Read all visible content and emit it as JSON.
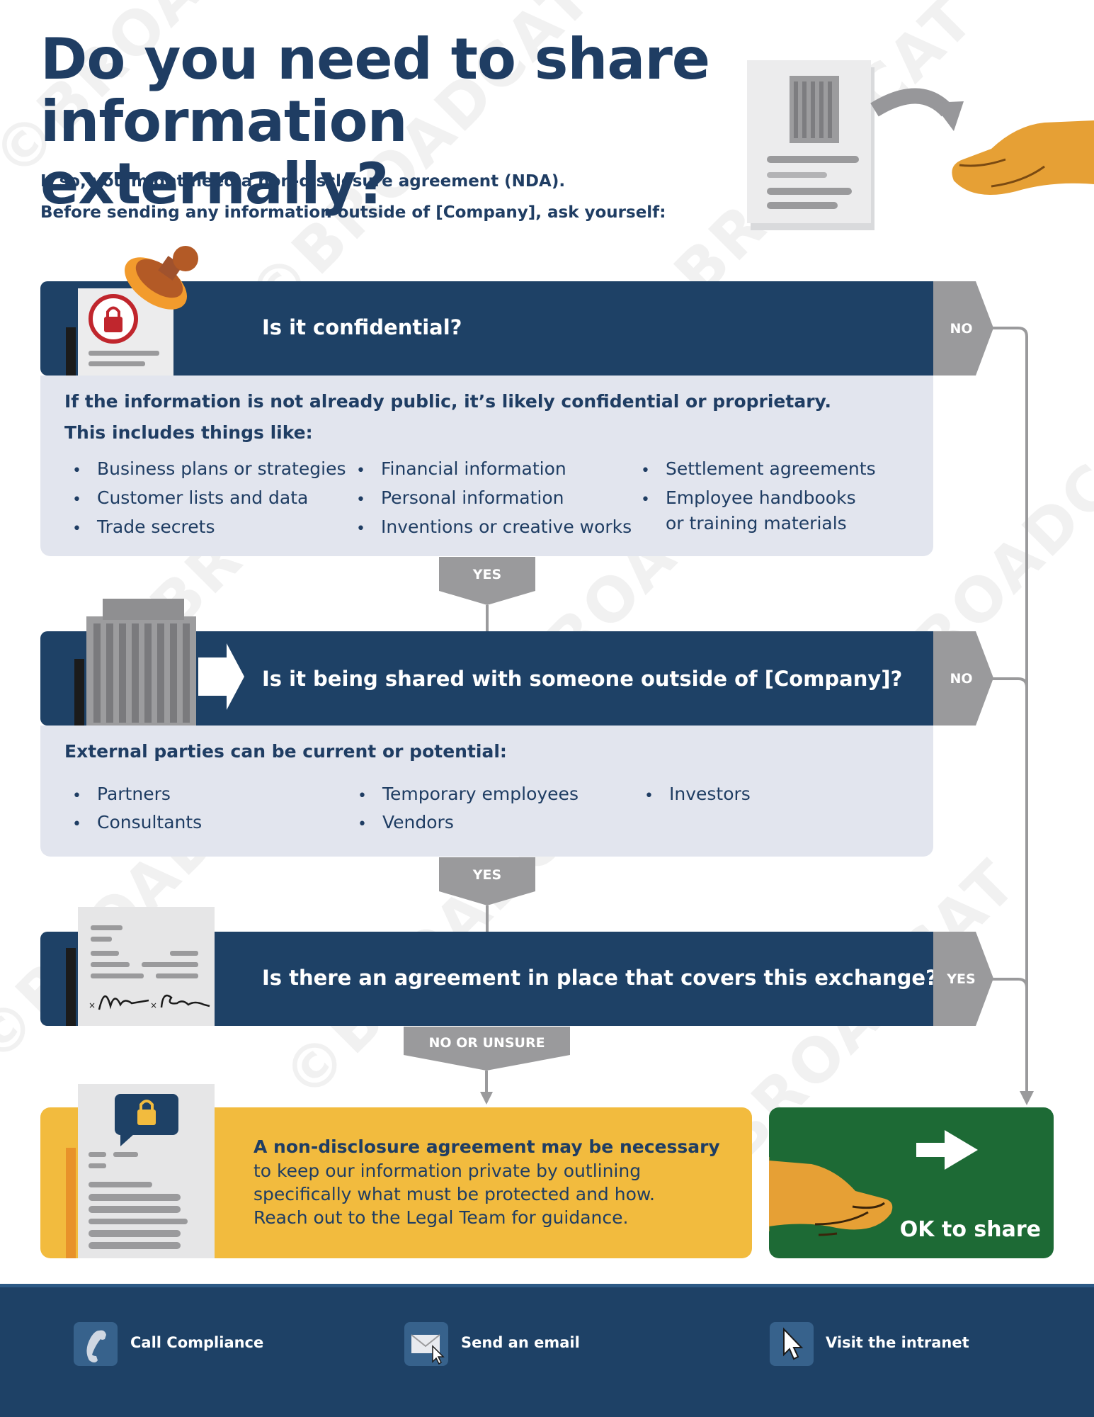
{
  "title": {
    "line1": "Do you need to share",
    "line2": "information externally?"
  },
  "intro": {
    "line1": "If so, you might need a non-disclosure agreement (NDA).",
    "line2": "Before sending any information outside of [Company], ask yourself:"
  },
  "sections": [
    {
      "question": "Is it confidential?",
      "side_label": "NO",
      "intro_line1": "If the information is not already public, it’s likely confidential or proprietary.",
      "intro_line2": "This includes things like:",
      "col1": [
        "Business plans or strategies",
        "Customer lists and data",
        "Trade secrets"
      ],
      "col2": [
        "Financial information",
        "Personal information",
        "Inventions or creative works"
      ],
      "col3_item1": "Settlement agreements",
      "col3_item2_line1": "Employee handbooks",
      "col3_item2_line2": "or training materials",
      "down_label": "YES"
    },
    {
      "question": "Is it being shared with someone outside of [Company]?",
      "side_label": "NO",
      "intro_line1": "External parties can be current or potential:",
      "col1": [
        "Partners",
        "Consultants"
      ],
      "col2": [
        "Temporary employees",
        "Vendors"
      ],
      "col3": [
        "Investors"
      ],
      "down_label": "YES"
    },
    {
      "question": "Is there an agreement in place that covers this exchange?",
      "side_label": "YES",
      "down_label": "NO OR UNSURE"
    }
  ],
  "nda_box": {
    "title": "A non-disclosure agreement may be necessary",
    "lines": [
      "to keep our information private by outlining",
      "specifically what must be protected and how.",
      "Reach out to the Legal Team for guidance."
    ]
  },
  "ok_box": {
    "label": "OK to share"
  },
  "footer": {
    "items": [
      {
        "label": "Call Compliance",
        "icon": "phone-icon"
      },
      {
        "label": "Send an email",
        "icon": "email-icon"
      },
      {
        "label": "Visit the intranet",
        "icon": "cursor-icon"
      }
    ]
  },
  "watermark": "©BROADCAT",
  "colors": {
    "navy": "#1e4166",
    "panel": "#e2e5ee",
    "gray_tag": "#9a9a9c",
    "yellow": "#f2bb3e",
    "green": "#1d6a35",
    "red": "#c0262d",
    "hand": "#e6a035"
  }
}
